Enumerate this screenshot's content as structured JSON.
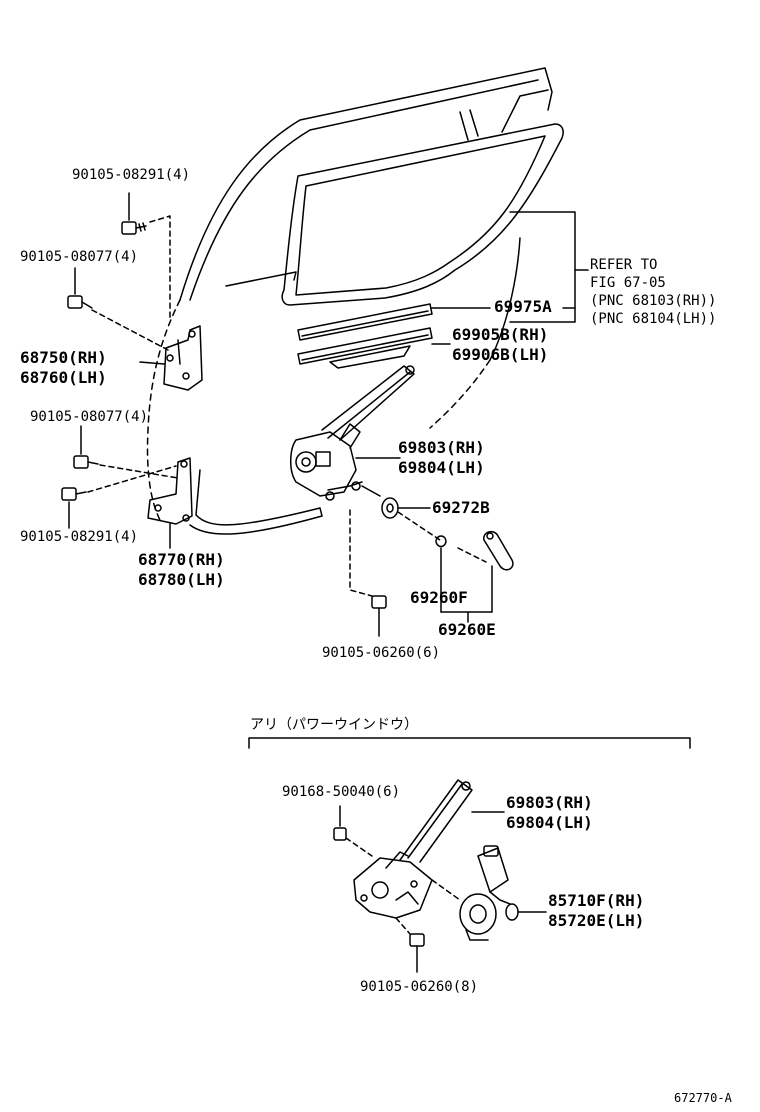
{
  "labels": {
    "bolt_top": "90105-08291(4)",
    "bolt_upper_hinge": "90105-08077(4)",
    "hinge_upper_rh": "68750(RH)",
    "hinge_upper_lh": "68760(LH)",
    "bolt_lower_hinge": "90105-08077(4)",
    "bolt_lower": "90105-08291(4)",
    "hinge_lower_rh": "68770(RH)",
    "hinge_lower_lh": "68780(LH)",
    "refer_1": "REFER  TO",
    "refer_2": "FIG  67-05",
    "refer_3": "(PNC  68103(RH))",
    "refer_4": "(PNC  68104(LH))",
    "channel": "69975A",
    "seal_rh": "69905B(RH)",
    "seal_lh": "69906B(LH)",
    "regulator_rh": "69803(RH)",
    "regulator_lh": "69804(LH)",
    "washer": "69272B",
    "clip": "69260F",
    "handle": "69260E",
    "bolt_regulator": "90105-06260(6)",
    "power_window_caption": "アリ（パワーウインドウ）",
    "pw_bolt_top": "90168-50040(6)",
    "pw_regulator_rh": "69803(RH)",
    "pw_regulator_lh": "69804(LH)",
    "motor_rh": "85710F(RH)",
    "motor_lh": "85720E(LH)",
    "pw_bolt_bottom": "90105-06260(8)",
    "figure_id": "672770-A"
  }
}
